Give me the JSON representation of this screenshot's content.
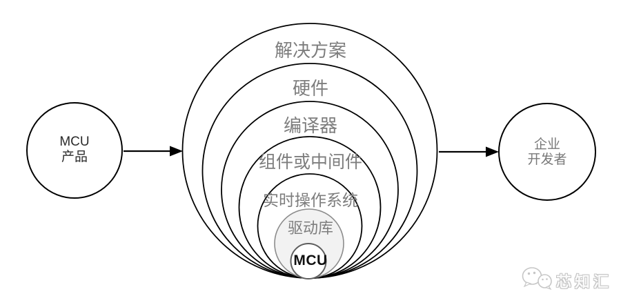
{
  "diagram": {
    "title_semantic": "MCU ecosystem onion diagram",
    "left_node": {
      "line1": "MCU",
      "line2": "产品"
    },
    "right_node": {
      "line1": "企业",
      "line2": "开发者"
    },
    "rings": [
      {
        "label": "解决方案"
      },
      {
        "label": "硬件"
      },
      {
        "label": "编译器"
      },
      {
        "label": "组件或中间件"
      },
      {
        "label": "实时操作系统"
      },
      {
        "label": "驱动库"
      },
      {
        "label": "MCU"
      }
    ],
    "watermark": {
      "text": "芯知汇"
    }
  },
  "colors": {
    "background": "#ffffff",
    "ring_stroke": "#000000",
    "driver_ring_fill": "#f2f2f2",
    "driver_ring_stroke": "#8c8c8c",
    "mcu_ring_stroke": "#5e5e5e",
    "ring_label_gray": "#7d7d7d",
    "left_node_text": "#2b2b2b",
    "right_node_text": "#787878",
    "watermark_gray": "#c3c3c3"
  }
}
